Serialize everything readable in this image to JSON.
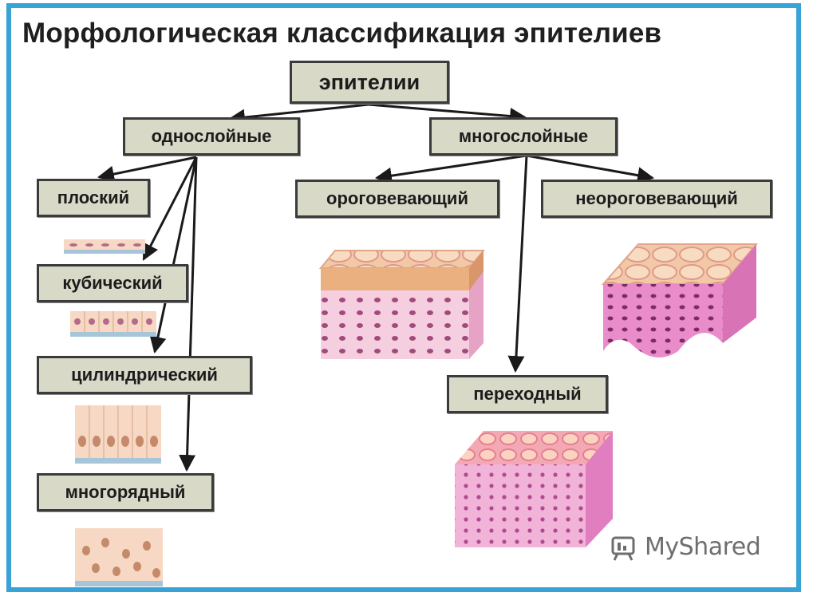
{
  "title": "Морфологическая классификация эпителиев",
  "root": "эпителии",
  "level1": {
    "single": "однослойные",
    "multi": "многослойные"
  },
  "single_types": {
    "flat": "плоский",
    "cubic": "кубический",
    "cylindric": "цилиндрический",
    "multirow": "многорядный"
  },
  "multi_types": {
    "keratin": "ороговевающий",
    "nonkeratin": "неороговевающий",
    "transitional": "переходный"
  },
  "watermark": "MyShared"
}
